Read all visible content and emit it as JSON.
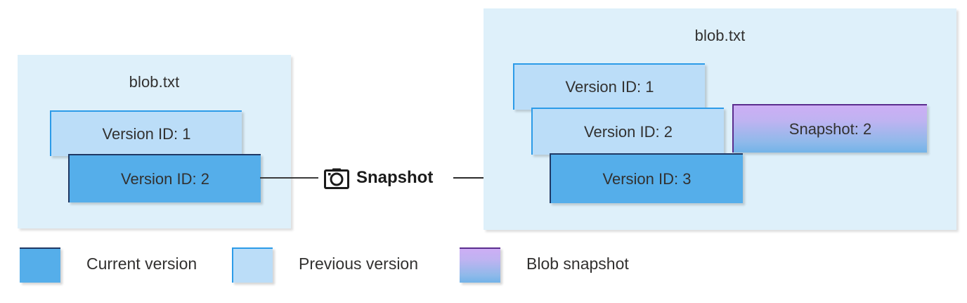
{
  "diagram": {
    "panel_before": {
      "title": "blob.txt",
      "boxes": [
        {
          "label": "Version ID: 1",
          "kind": "previous-version"
        },
        {
          "label": "Version ID: 2",
          "kind": "current-version"
        }
      ]
    },
    "panel_after": {
      "title": "blob.txt",
      "boxes": [
        {
          "label": "Version ID: 1",
          "kind": "previous-version"
        },
        {
          "label": "Version ID: 2",
          "kind": "previous-version"
        },
        {
          "label": "Version ID: 3",
          "kind": "current-version"
        },
        {
          "label": "Snapshot: 2",
          "kind": "blob-snapshot"
        }
      ]
    },
    "connector": {
      "icon": "camera-icon",
      "label": "Snapshot"
    }
  },
  "legend": {
    "items": [
      {
        "label": "Current version",
        "color": "#55AEEA"
      },
      {
        "label": "Previous version",
        "color": "#BBDDF8"
      },
      {
        "label": "Blob snapshot",
        "color": "#CDAEF5"
      }
    ]
  },
  "colors": {
    "panel_background": "#DEF0FA",
    "current_version": "#55AEEA",
    "previous_version": "#BBDDF8",
    "snapshot_gradient_top": "#CDAEF5",
    "snapshot_gradient_bottom": "#72B3E8",
    "text": "#323130"
  }
}
